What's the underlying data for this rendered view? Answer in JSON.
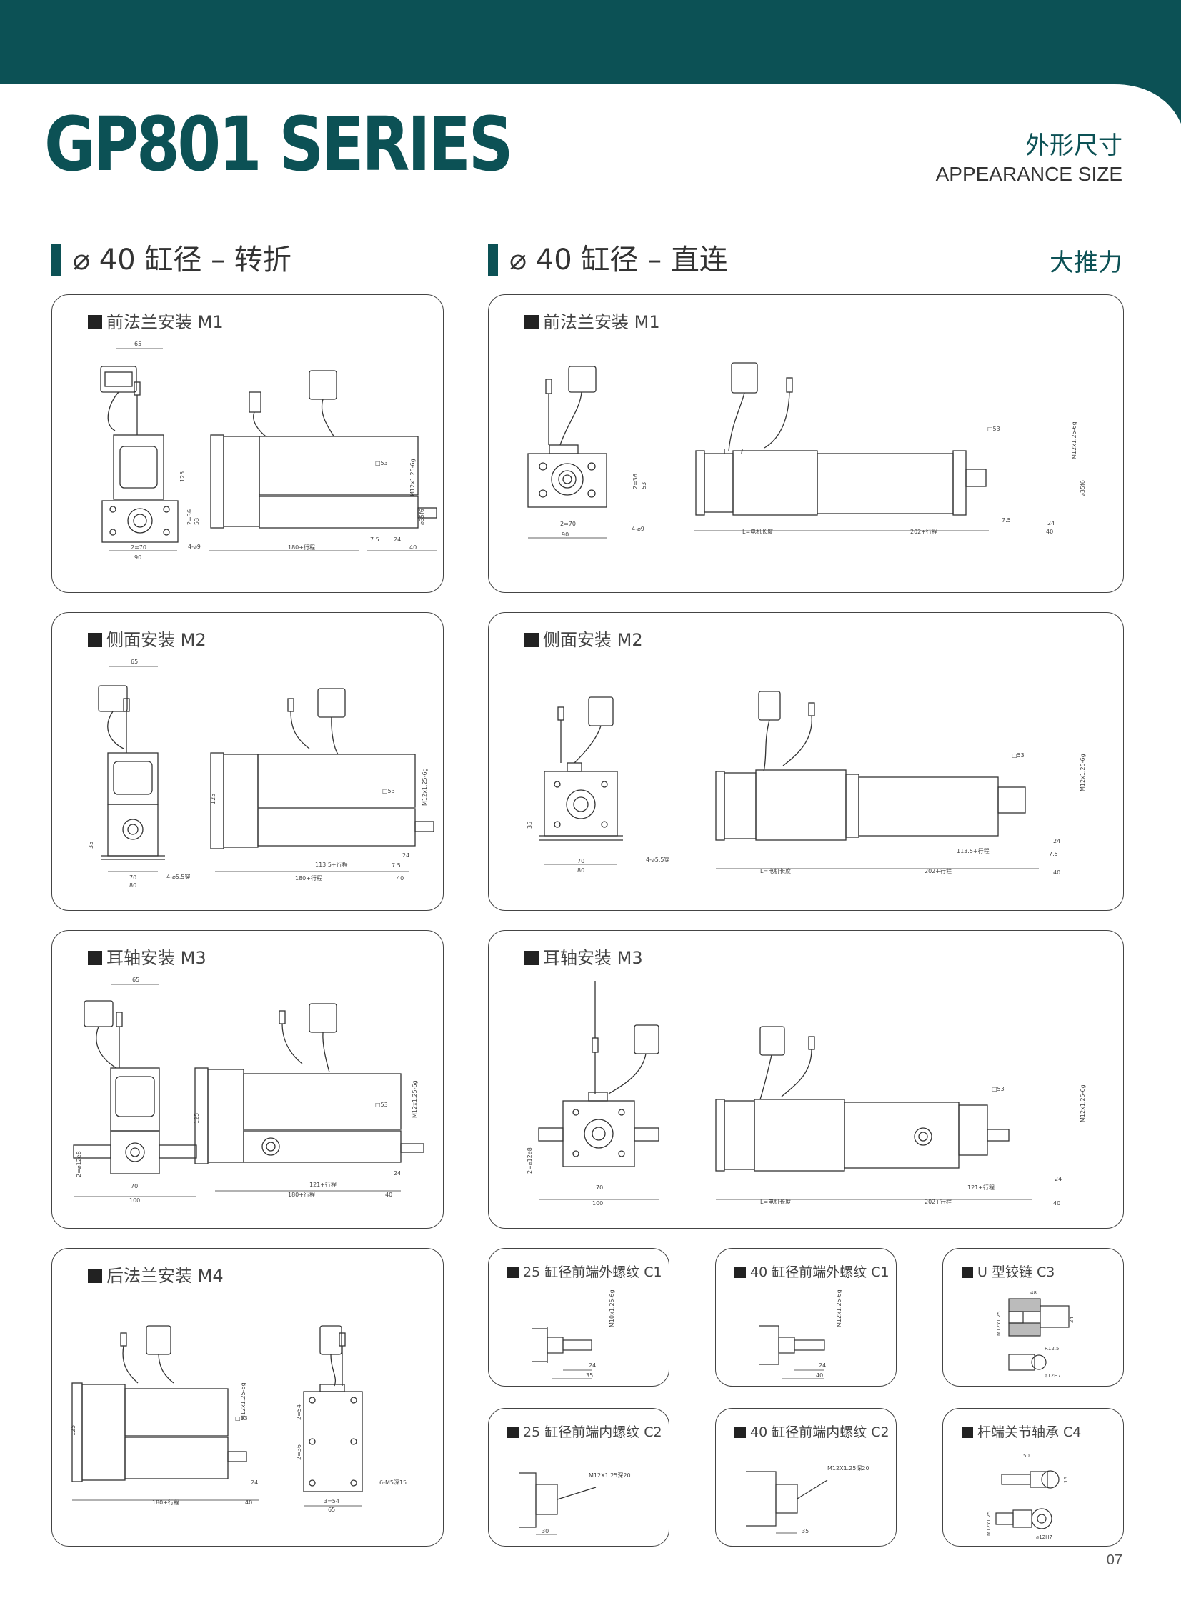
{
  "header": {
    "title": "GP801 SERIES",
    "subtitle_cn": "外形尺寸",
    "subtitle_en": "APPEARANCE SIZE"
  },
  "sections": {
    "left": "⌀ 40 缸径 – 转折",
    "right": "⌀ 40 缸径 – 直连",
    "right_tag": "大推力"
  },
  "cards": {
    "m1_fold": {
      "label": "前法兰安装 M1",
      "dims": [
        "65",
        "125",
        "2=36",
        "53",
        "2=70",
        "90",
        "4-⌀9",
        "□53",
        "M12x1.25-6g",
        "⌀35f6",
        "180+行程",
        "7.5",
        "24",
        "40"
      ]
    },
    "m1_direct": {
      "label": "前法兰安装 M1",
      "dims": [
        "2=36",
        "53",
        "2=70",
        "90",
        "4-⌀9",
        "□53",
        "M12x1.25-6g",
        "⌀35f6",
        "L=电机长度",
        "202+行程",
        "7.5",
        "24",
        "40"
      ]
    },
    "m2_fold": {
      "label": "侧面安装 M2",
      "dims": [
        "65",
        "125",
        "35",
        "70",
        "80",
        "4-⌀5.5穿",
        "□53",
        "M12x1.25-6g",
        "113.5+行程",
        "180+行程",
        "7.5",
        "24",
        "40"
      ]
    },
    "m2_direct": {
      "label": "侧面安装 M2",
      "dims": [
        "35",
        "70",
        "80",
        "4-⌀5.5穿",
        "□53",
        "M12x1.25-6g",
        "L=电机长度",
        "202+行程",
        "113.5+行程",
        "7.5",
        "24",
        "40"
      ]
    },
    "m3_fold": {
      "label": "耳轴安装 M3",
      "dims": [
        "65",
        "125",
        "2=⌀12e8",
        "70",
        "100",
        "□53",
        "M12x1.25-6g",
        "121+行程",
        "180+行程",
        "24",
        "40"
      ]
    },
    "m3_direct": {
      "label": "耳轴安装 M3",
      "dims": [
        "2=⌀12e8",
        "70",
        "100",
        "□53",
        "M12x1.25-6g",
        "L=电机长度",
        "202+行程",
        "121+行程",
        "24",
        "40"
      ]
    },
    "m4_fold": {
      "label": "后法兰安装 M4",
      "dims": [
        "125",
        "□53",
        "M12x1.25-6g",
        "180+行程",
        "24",
        "40",
        "2=54",
        "2=36",
        "3=54",
        "65",
        "6-M5深15"
      ]
    },
    "c1_25": {
      "label": "25 缸径前端外螺纹 C1",
      "dims": [
        "M10x1.25-6g",
        "24",
        "35"
      ]
    },
    "c1_40": {
      "label": "40 缸径前端外螺纹 C1",
      "dims": [
        "M12x1.25-6g",
        "24",
        "40"
      ]
    },
    "c3": {
      "label": "U 型铰链 C3",
      "dims": [
        "48",
        "24",
        "M12x1.25",
        "R12.5",
        "⌀12H7"
      ]
    },
    "c2_25": {
      "label": "25 缸径前端内螺纹 C2",
      "dims": [
        "M12X1.25深20",
        "30"
      ]
    },
    "c2_40": {
      "label": "40 缸径前端内螺纹 C2",
      "dims": [
        "M12X1.25深20",
        "35"
      ]
    },
    "c4": {
      "label": "杆端关节轴承 C4",
      "dims": [
        "50",
        "16",
        "M12x1.25",
        "⌀12H7"
      ]
    }
  },
  "footer": {
    "page": "07"
  },
  "colors": {
    "brand": "#0c5155",
    "line": "#333333"
  }
}
